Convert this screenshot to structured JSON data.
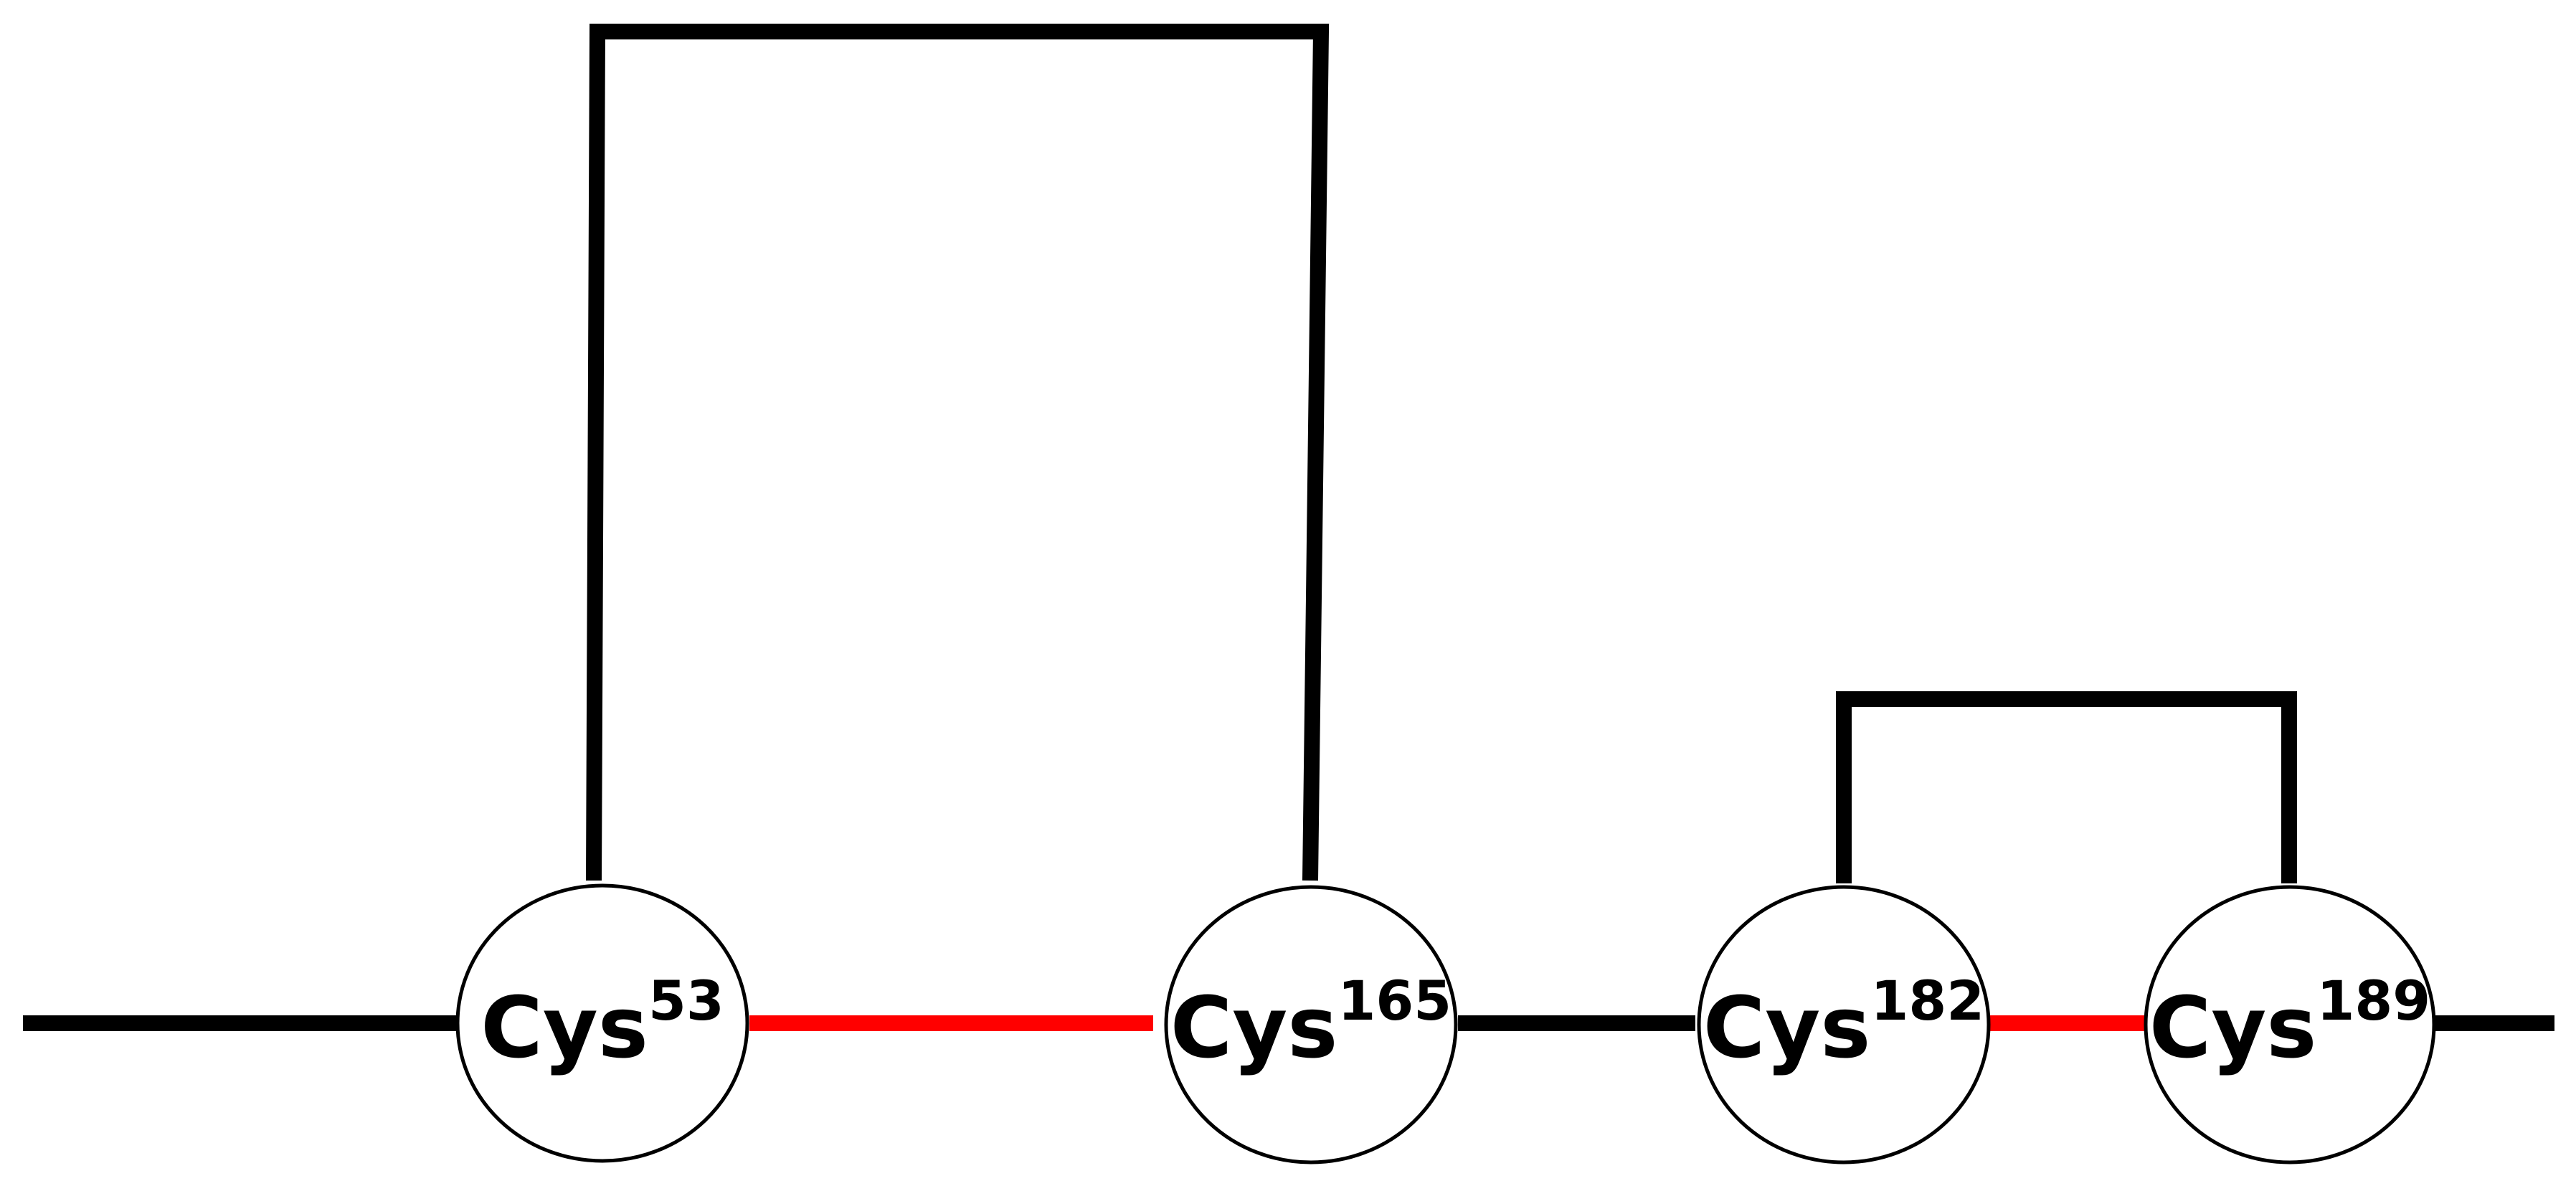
{
  "diagram": {
    "nodes": [
      {
        "id": "cys53",
        "label": "Cys",
        "superscript": "53"
      },
      {
        "id": "cys165",
        "label": "Cys",
        "superscript": "165"
      },
      {
        "id": "cys182",
        "label": "Cys",
        "superscript": "182"
      },
      {
        "id": "cys189",
        "label": "Cys",
        "superscript": "189"
      }
    ],
    "colors": {
      "backbone": "#000000",
      "highlight": "#ff0000",
      "node_fill": "#ffffff",
      "node_stroke": "#000000"
    }
  }
}
